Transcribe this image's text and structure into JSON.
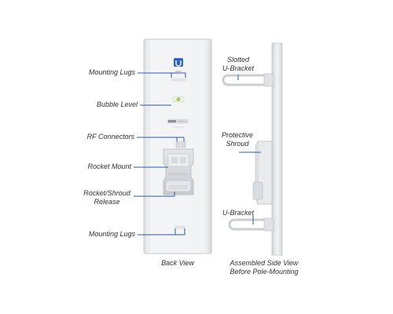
{
  "labels": {
    "mounting_lugs_top": "Mounting Lugs",
    "bubble_level": "Bubble Level",
    "rf_connectors": "RF Connectors",
    "rocket_mount": "Rocket Mount",
    "rocket_shroud_release_1": "Rocket/Shroud",
    "rocket_shroud_release_2": "Release",
    "mounting_lugs_bottom": "Mounting Lugs",
    "slotted_u_bracket_1": "Slotted",
    "slotted_u_bracket_2": "U-Bracket",
    "protective_shroud_1": "Protective",
    "protective_shroud_2": "Shroud",
    "u_bracket": "U-Bracket",
    "back_view": "Back View",
    "assembled_side_view_1": "Assembled Side View",
    "assembled_side_view_2": "Before Pole-Mounting"
  },
  "logo_text": "UBNT",
  "colors": {
    "callout_line": "#2a5d9f",
    "panel": "#f1f2f3",
    "panel_edge": "#c8cacd",
    "bubble": "#a8c957",
    "label_text": "#333333"
  }
}
